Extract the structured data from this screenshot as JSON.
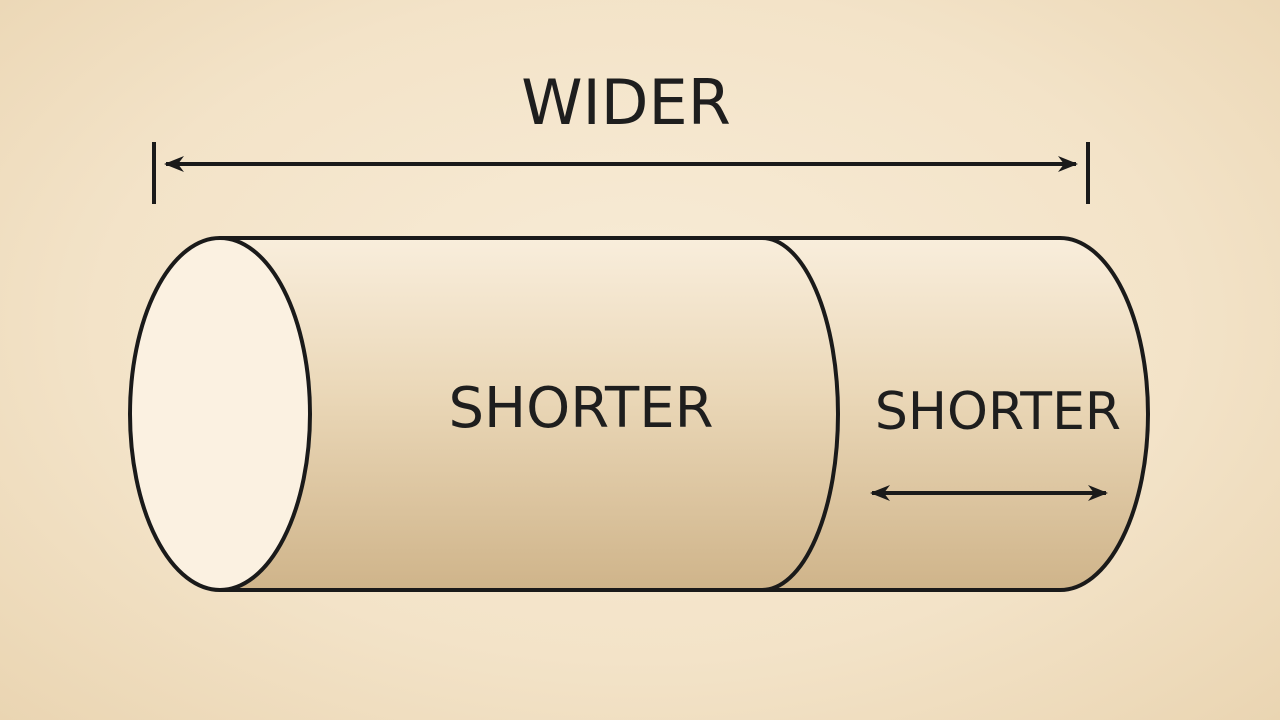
{
  "diagram": {
    "top_label": "WIDER",
    "main_section_label": "SHORTER",
    "right_section_label": "SHORTER",
    "colors": {
      "background": "#f3e3c8",
      "cylinder_light": "#f7ead6",
      "cylinder_dark": "#d9c19a",
      "outline": "#1a1a1a"
    }
  }
}
